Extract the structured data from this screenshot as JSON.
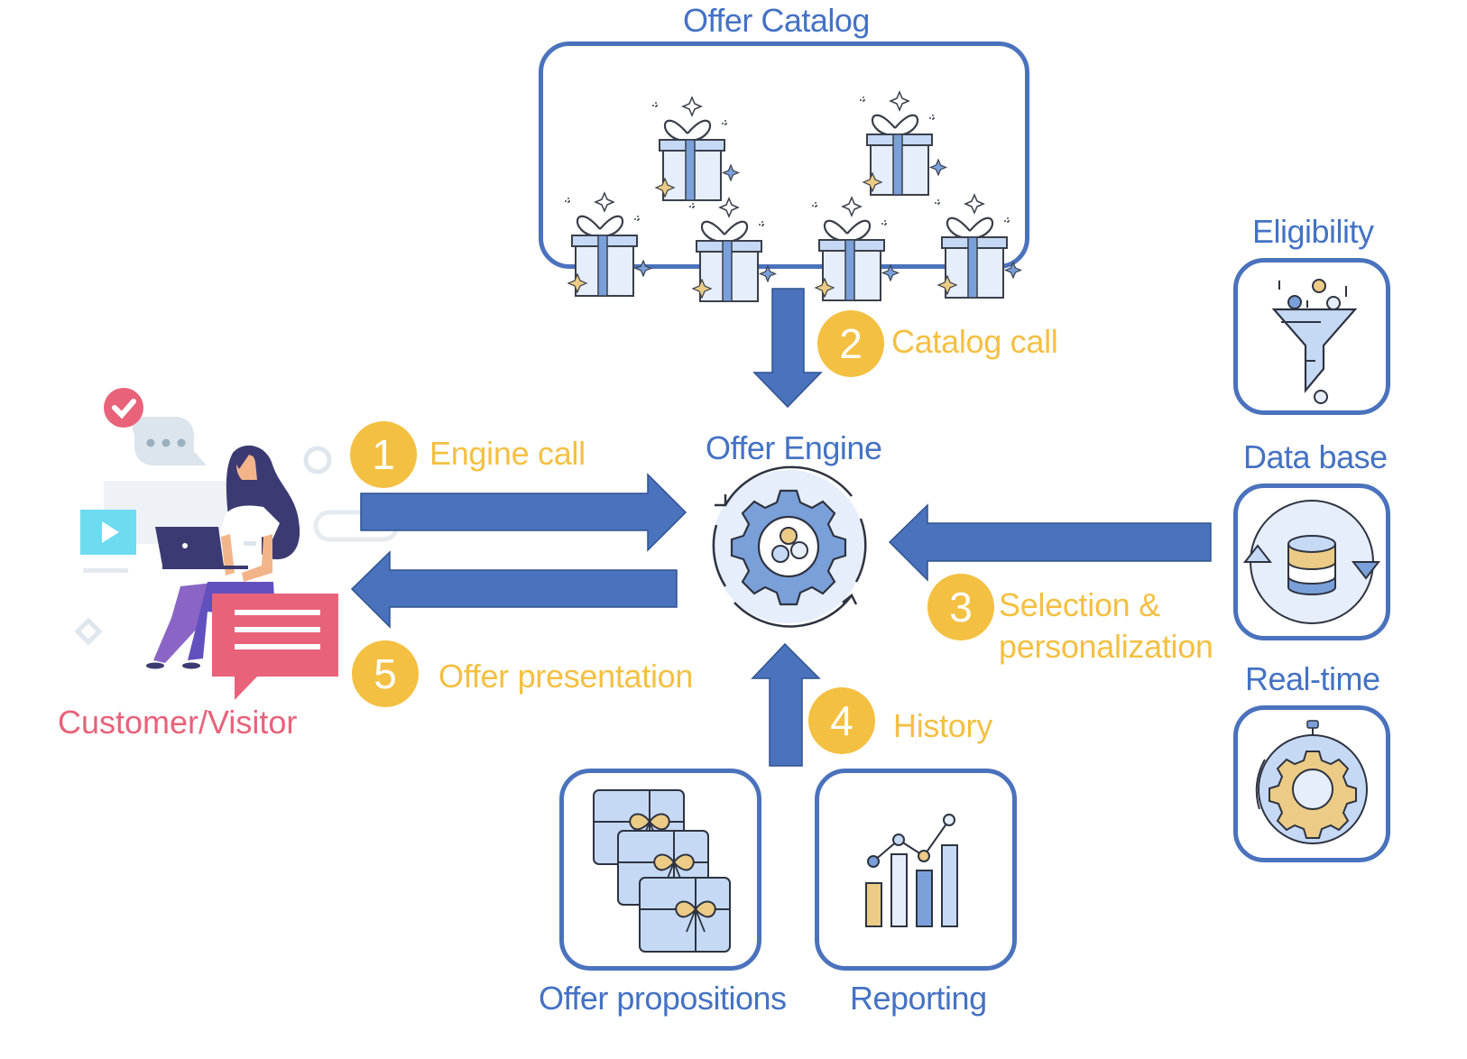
{
  "diagram": {
    "nodes": {
      "offer_catalog": {
        "label": "Offer Catalog",
        "icon": "gift-boxes-icon",
        "gift_count": 6
      },
      "offer_engine": {
        "label": "Offer Engine",
        "icon": "gear-cycle-icon"
      },
      "customer": {
        "label": "Customer/Visitor",
        "icon": "woman-laptop-illustration"
      },
      "eligibility": {
        "label": "Eligibility",
        "icon": "funnel-icon"
      },
      "database": {
        "label": "Data base",
        "icon": "database-sync-icon"
      },
      "realtime": {
        "label": "Real-time",
        "icon": "stopwatch-gear-icon"
      },
      "offer_propositions": {
        "label": "Offer propositions",
        "icon": "gift-cards-icon"
      },
      "reporting": {
        "label": "Reporting",
        "icon": "bar-line-chart-icon"
      }
    },
    "steps": [
      {
        "number": "1",
        "label": "Engine call",
        "from": "Customer/Visitor",
        "to": "Offer Engine"
      },
      {
        "number": "2",
        "label": "Catalog call",
        "from": "Offer Catalog",
        "to": "Offer Engine"
      },
      {
        "number": "3",
        "label_line1": "Selection &",
        "label_line2": "personalization",
        "from": "Eligibility / Data base / Real-time",
        "to": "Offer Engine"
      },
      {
        "number": "4",
        "label": "History",
        "from": "Offer propositions / Reporting",
        "to": "Offer Engine"
      },
      {
        "number": "5",
        "label": "Offer presentation",
        "from": "Offer Engine",
        "to": "Customer/Visitor"
      }
    ],
    "colors": {
      "primary_blue": "#4472c4",
      "arrow_blue": "#4a72bd",
      "step_yellow": "#f4c042",
      "customer_pink": "#e8627a",
      "icon_light_blue": "#c5d9f5",
      "icon_pale_blue": "#e6eefb",
      "icon_gold": "#ebcb85"
    }
  }
}
